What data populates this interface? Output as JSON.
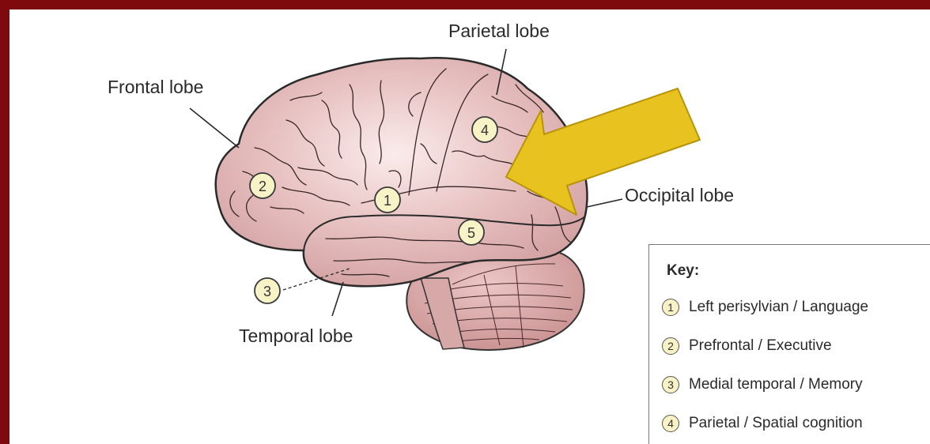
{
  "labels": {
    "frontal": "Frontal lobe",
    "parietal": "Parietal lobe",
    "occipital": "Occipital lobe",
    "temporal": "Temporal lobe"
  },
  "markers": [
    "1",
    "2",
    "3",
    "4",
    "5"
  ],
  "key": {
    "title": "Key:",
    "items": [
      {
        "num": "1",
        "text": "Left perisylvian / Language"
      },
      {
        "num": "2",
        "text": "Prefrontal / Executive"
      },
      {
        "num": "3",
        "text": "Medial temporal / Memory"
      },
      {
        "num": "4",
        "text": "Parietal / Spatial cognition"
      }
    ]
  },
  "colors": {
    "frame": "#7e0a0e",
    "brain": "#dcaeae",
    "cerebellum": "#cf9c9c",
    "arrow": "#e8c21e",
    "marker_fill": "#f8f3c6"
  }
}
